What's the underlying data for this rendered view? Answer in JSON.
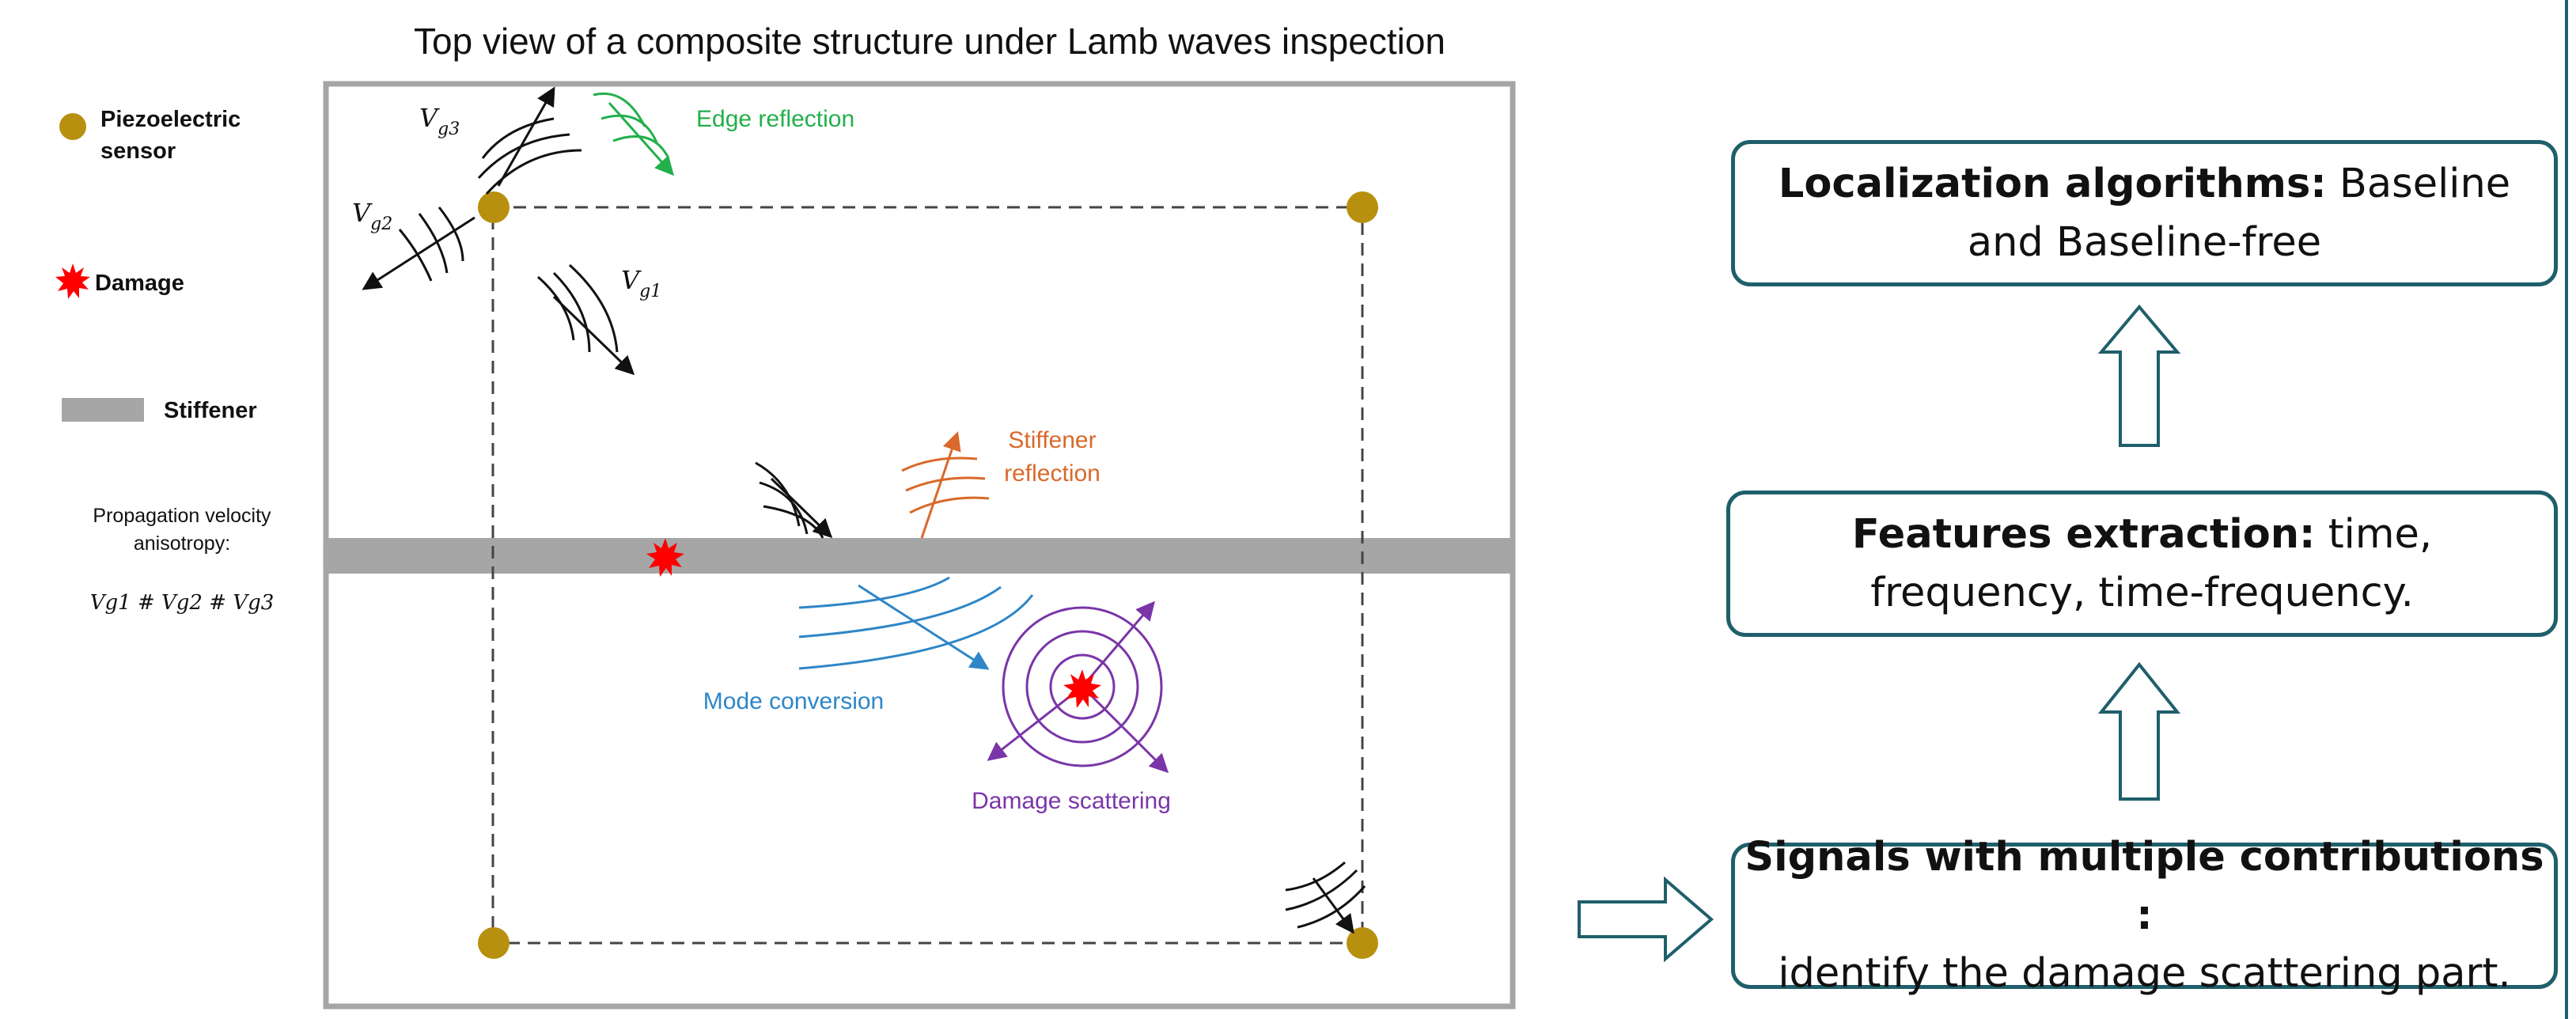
{
  "diagram": {
    "title": "Top view of a composite structure under Lamb waves inspection",
    "legend": {
      "sensor_label_line1": "Piezoelectric",
      "sensor_label_line2": "sensor",
      "damage_label": "Damage",
      "stiffener_label": "Stiffener",
      "anisotropy_line1": "Propagation velocity",
      "anisotropy_line2": "anisotropy:",
      "anisotropy_formula": "Vg1 # Vg2 # Vg3"
    },
    "velocity_labels": {
      "g1": {
        "base": "V",
        "sub": "g1"
      },
      "g2": {
        "base": "V",
        "sub": "g2"
      },
      "g3": {
        "base": "V",
        "sub": "g3"
      }
    },
    "annotations": {
      "edge_reflection": "Edge reflection",
      "stiffener_reflection_line1": "Stiffener",
      "stiffener_reflection_line2": "reflection",
      "mode_conversion": "Mode conversion",
      "damage_scattering": "Damage scattering"
    },
    "colors": {
      "sensor": "#b8900f",
      "damage": "#ff0000",
      "stiffener": "#a6a6a6",
      "edge_reflection": "#22b04b",
      "stiffener_reflection": "#d9692b",
      "mode_conversion": "#2e86c7",
      "damage_scattering": "#7a35a8",
      "box_border": "#1f5f6b",
      "frame": "#a6a6a6"
    }
  },
  "flow": {
    "box_top_bold": "Localization algorithms:",
    "box_top_rest_1": "Baseline",
    "box_top_rest_2": "and Baseline-free",
    "box_mid_bold": "Features extraction:",
    "box_mid_rest_1": "time,",
    "box_mid_rest_2": "frequency, time-frequency.",
    "box_bot_bold": "Signals with multiple contributions :",
    "box_bot_rest": "identify the damage scattering part."
  }
}
